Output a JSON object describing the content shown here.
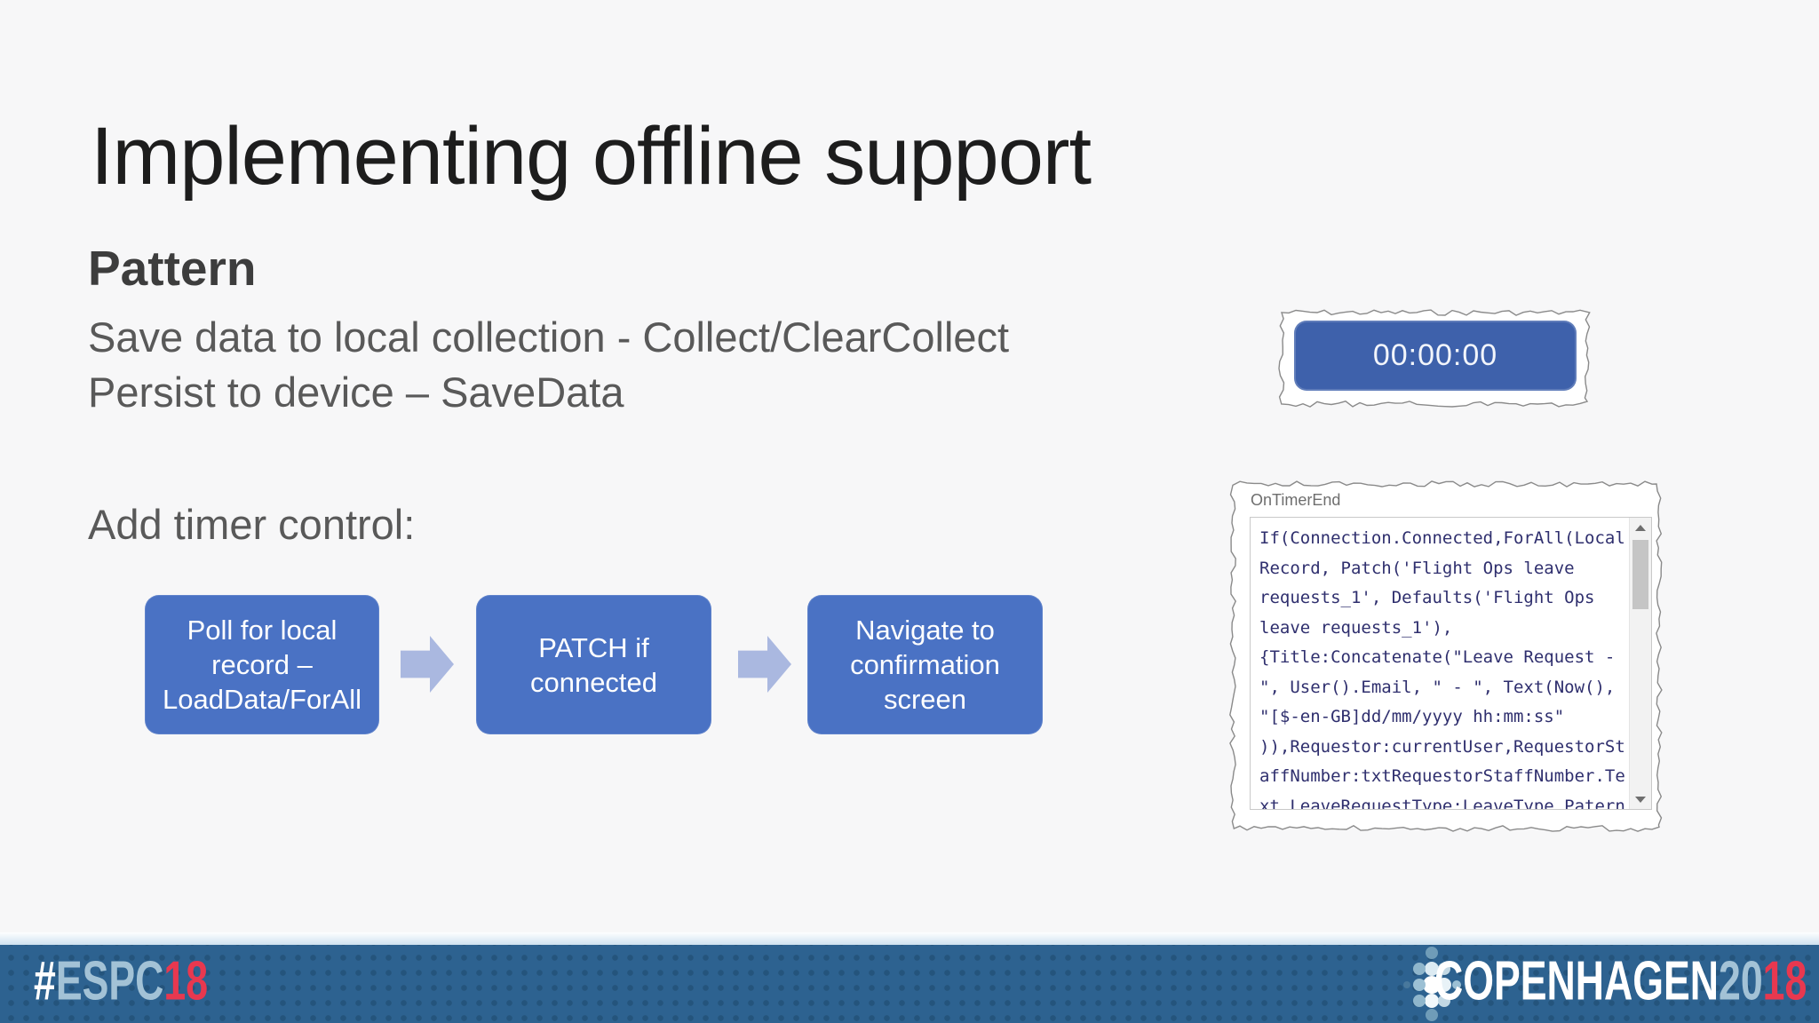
{
  "slide": {
    "title": "Implementing offline support",
    "pattern_heading": "Pattern",
    "pattern_line1": "Save data to local collection - Collect/ClearCollect",
    "pattern_line2": "Persist to device – SaveData",
    "timer_heading": "Add timer control:"
  },
  "diagram": {
    "steps": [
      {
        "label": "Poll for local record – LoadData/ForAll"
      },
      {
        "label": "PATCH if connected"
      },
      {
        "label": "Navigate to confirmation screen"
      }
    ],
    "box_color": "#4a72c4",
    "arrow_color": "#aab8e0"
  },
  "timer_widget": {
    "value": "00:00:00",
    "bg_color": "#3e61ab"
  },
  "code_panel": {
    "label": "OnTimerEnd",
    "lines": [
      "If(Connection.Connected,ForAll(Local",
      "Record, Patch('Flight Ops leave",
      "requests_1', Defaults('Flight Ops",
      "leave requests_1'),",
      "{Title:Concatenate(\"Leave Request -",
      "\", User().Email, \" - \", Text(Now(),",
      "\"[$-en-GB]dd/mm/yyyy hh:mm:ss\"",
      ")),Requestor:currentUser,RequestorSt",
      "affNumber:txtRequestorStaffNumber.Te",
      "xt,LeaveRequestType:LeaveType,Patern"
    ]
  },
  "footer": {
    "hashtag": {
      "hash": "#",
      "espc": "ESPC",
      "year": "18"
    },
    "conference": {
      "city": "COPENHAGEN",
      "year_light": "20",
      "year_red": "18"
    },
    "bar_color": "#2d6290",
    "accent_red": "#e8384f",
    "accent_light": "#a3c2d6"
  }
}
